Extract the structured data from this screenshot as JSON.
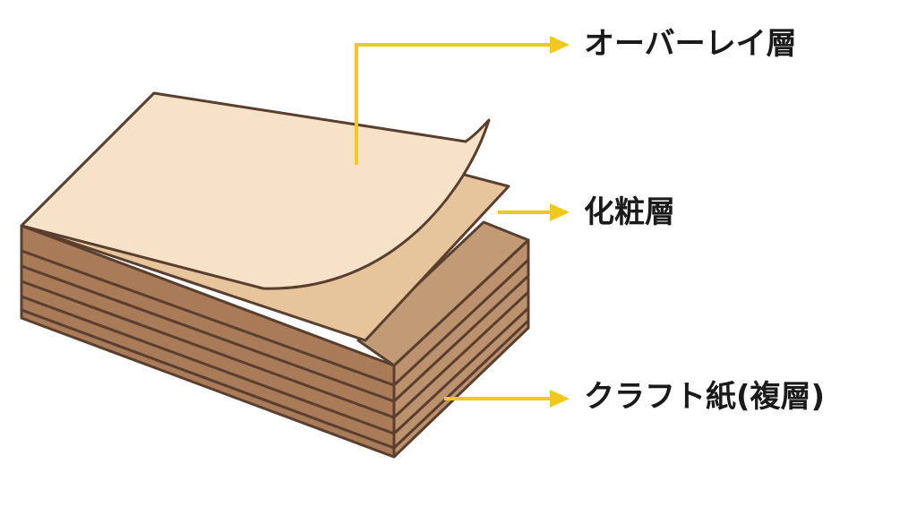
{
  "labels": {
    "overlay": "オーバーレイ層",
    "decor": "化粧層",
    "kraft": "クラフト紙(複層)"
  },
  "colors": {
    "arrow": "#f2c81d",
    "outline": "#5a3f2e",
    "overlay_sheet": "#f5e2c8",
    "decor_sheet": "#e6c49c",
    "kraft_front": "#a97b58",
    "kraft_side": "#bc916e",
    "kraft_top": "#c19a76"
  }
}
